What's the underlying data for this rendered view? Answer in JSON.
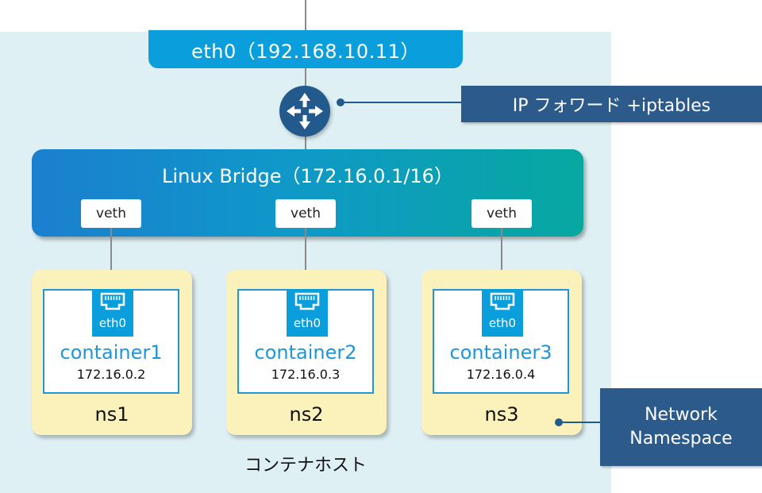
{
  "host": {
    "label": "コンテナホスト"
  },
  "uplink": {
    "label": "eth0（192.168.10.11）"
  },
  "router": {
    "icon": "router-icon"
  },
  "ip_forward": {
    "label": "IP フォワード +iptables"
  },
  "bridge": {
    "label": "Linux Bridge（172.16.0.1/16）",
    "veths": [
      "veth",
      "veth",
      "veth"
    ]
  },
  "namespaces": [
    {
      "ns": "ns1",
      "container": "container1",
      "ip": "172.16.0.2",
      "nic": "eth0"
    },
    {
      "ns": "ns2",
      "container": "container2",
      "ip": "172.16.0.3",
      "nic": "eth0"
    },
    {
      "ns": "ns3",
      "container": "container3",
      "ip": "172.16.0.4",
      "nic": "eth0"
    }
  ],
  "network_namespace": {
    "line1": "Network",
    "line2": "Namespace"
  },
  "colors": {
    "host_bg": "#dff0f4",
    "uplink": "#0a9fdc",
    "router": "#235a8e",
    "callout": "#2c5a8a",
    "bridge_start": "#1b7fcf",
    "bridge_end": "#07a8a0",
    "namespace_bg": "#fbf1bb",
    "container_border": "#1e96d8"
  }
}
